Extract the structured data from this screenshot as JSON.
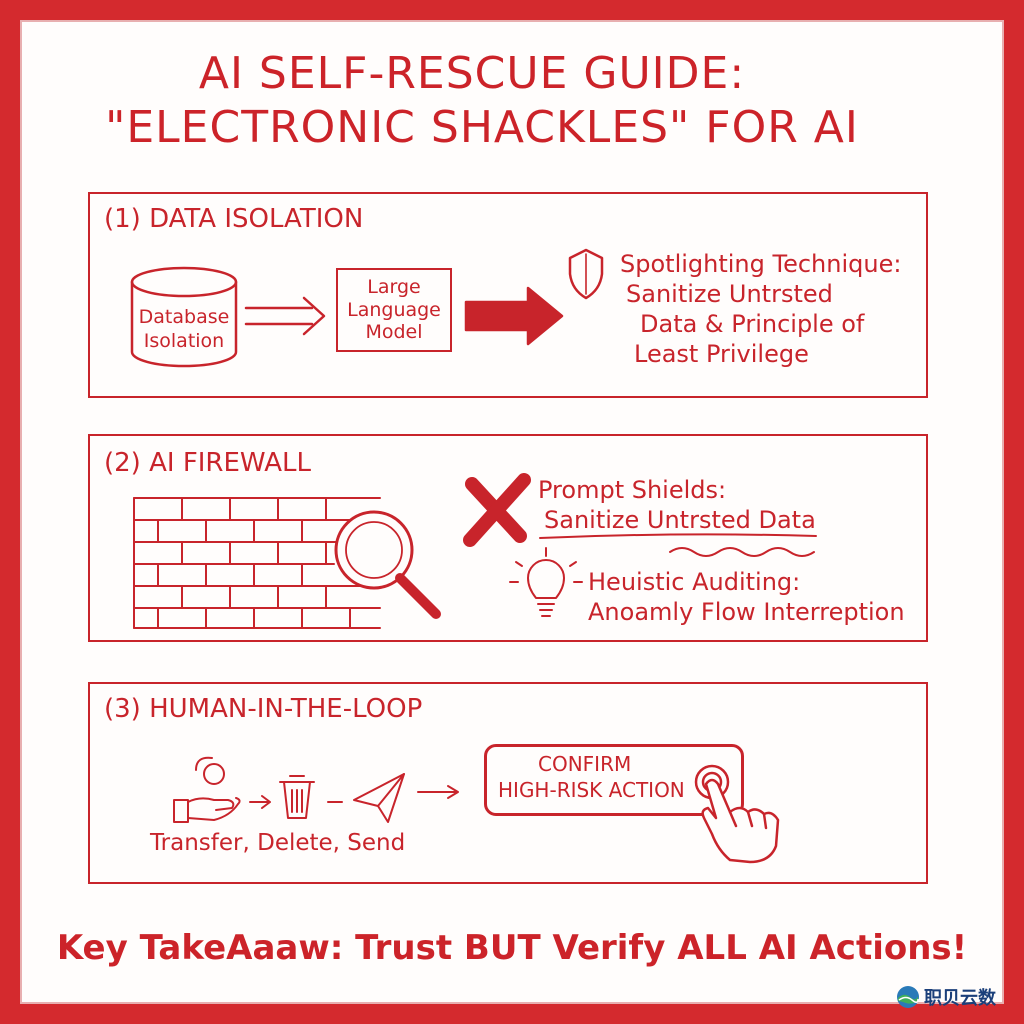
{
  "title": {
    "line1": "AI SELF-RESCUE GUIDE:",
    "line2": "\"ELECTRONIC SHACKLES\" FOR AI"
  },
  "section1": {
    "heading": "(1) DATA ISOLATION",
    "database_label": "Database Isolation",
    "llm_label": "Large Language Model",
    "text_line1": "Spotlighting Technique:",
    "text_line2": "Sanitize Untrsted",
    "text_line3": "Data  & Principle of",
    "text_line4": "Least Privilege",
    "icons": [
      "database-icon",
      "arrow-icon",
      "shield-icon"
    ]
  },
  "section2": {
    "heading": "(2) AI FIREWALL",
    "prompt_title": "Prompt Shields:",
    "prompt_text": "Sanitize Untrsted Data",
    "heuristic_title": "Heuistic Auditing:",
    "heuristic_text": "Anoamly Flow Interreption",
    "icons": [
      "brick-wall-icon",
      "magnifier-icon",
      "x-mark-icon",
      "lightbulb-icon"
    ]
  },
  "section3": {
    "heading": "(3) HUMAN-IN-THE-LOOP",
    "actions_label": "Transfer, Delete, Send",
    "confirm_line1": "CONFIRM",
    "confirm_line2": "HIGH-RISK ACTION",
    "icons": [
      "money-hand-icon",
      "trash-icon",
      "paper-plane-icon",
      "pointing-hand-icon"
    ]
  },
  "takeaway": "Key TakeAaaw: Trust BUT Verify ALL AI Actions!",
  "watermark": "职贝云数",
  "colors": {
    "accent": "#c8242b",
    "frame": "#d42a2e",
    "logo": "#1b3f7a"
  }
}
